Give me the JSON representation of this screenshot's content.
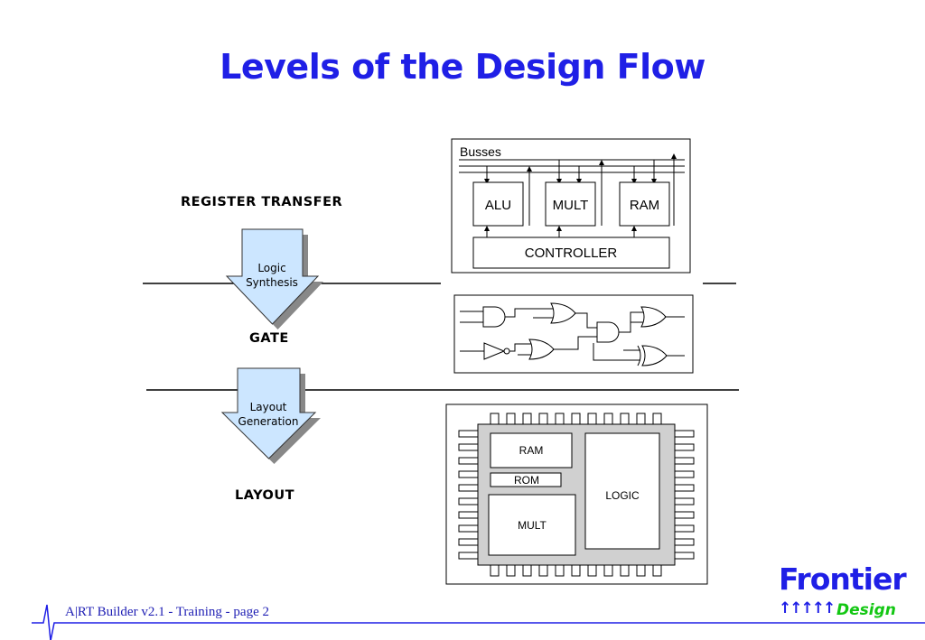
{
  "slide": {
    "title": "Levels of the Design Flow",
    "levels": {
      "register_transfer": "REGISTER TRANSFER",
      "gate": "GATE",
      "layout": "LAYOUT"
    },
    "arrows": {
      "logic_synthesis": [
        "Logic",
        "Synthesis"
      ],
      "layout_generation": [
        "Layout",
        "Generation"
      ]
    },
    "rtl_diagram": {
      "busses_label": "Busses",
      "blocks": [
        "ALU",
        "MULT",
        "RAM"
      ],
      "controller": "CONTROLLER"
    },
    "layout_diagram": {
      "ram": "RAM",
      "rom": "ROM",
      "mult": "MULT",
      "logic": "LOGIC"
    }
  },
  "footer": {
    "text": "A|RT Builder v2.1 -  Training  - page 2"
  },
  "logo": {
    "word": "Frontier",
    "arrows": "↑↑↑↑↑",
    "sub": "Design"
  },
  "colors": {
    "title": "#1f1fe6",
    "arrow_fill": "#cce6ff",
    "logo_green": "#13c713",
    "footer_line": "#1f1fe6"
  }
}
